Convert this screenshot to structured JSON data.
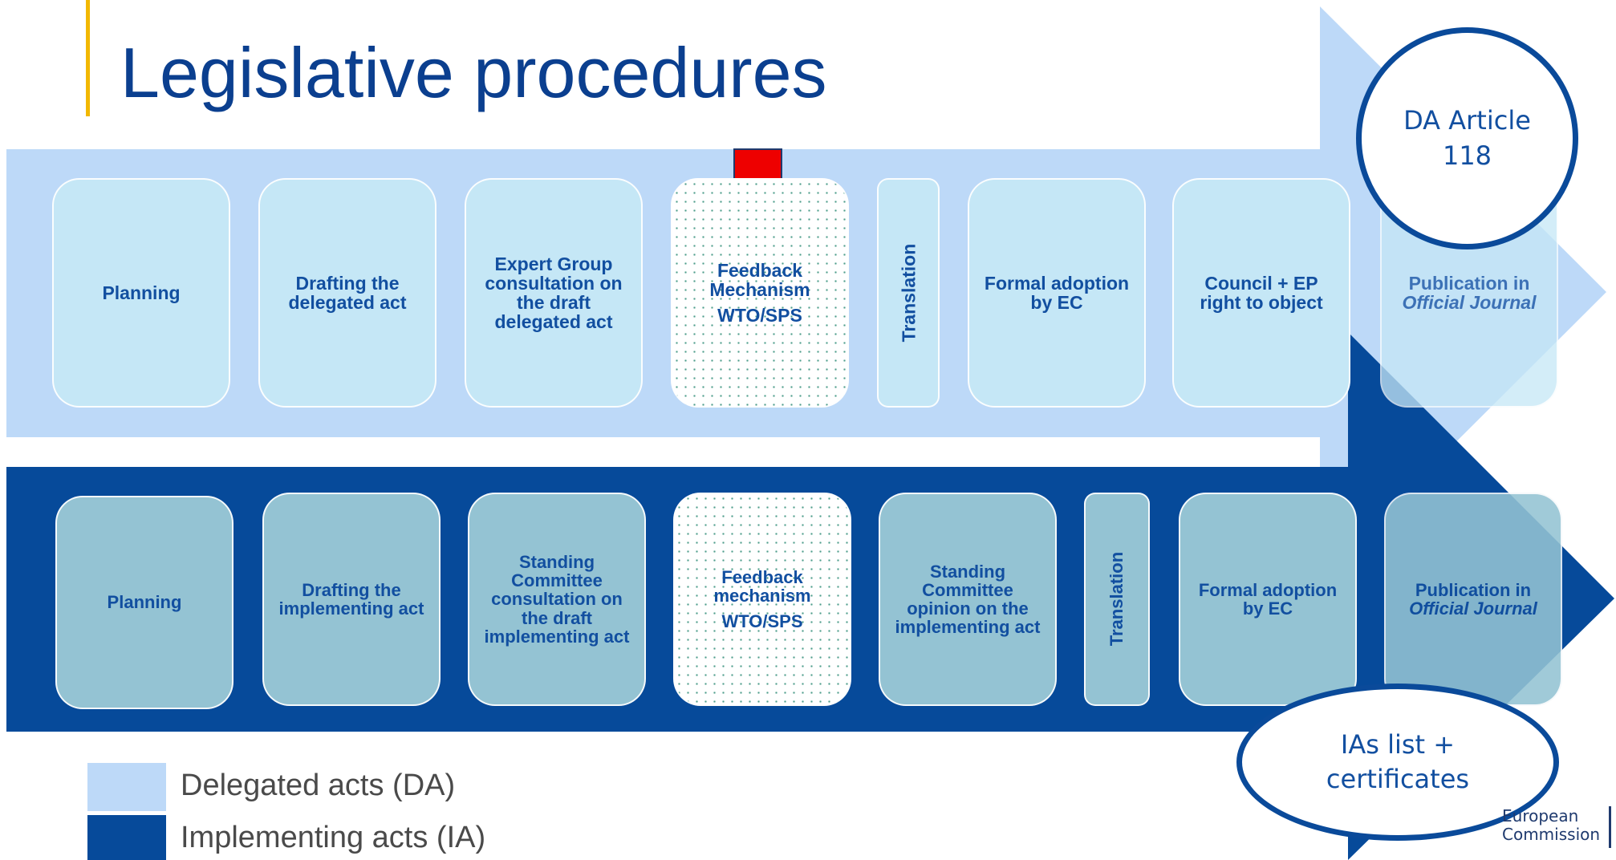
{
  "title": "Legislative procedures",
  "colors": {
    "da_arrow": "#bdd9f8",
    "ia_arrow": "#064a9a",
    "da_box": "#c5e7f6",
    "ia_box": "#94c3d3",
    "text_blue": "#124fa0",
    "red_arrow": "#ee0000",
    "title_accent": "#f2b800"
  },
  "da_steps": [
    {
      "label": "Planning"
    },
    {
      "label": "Drafting the delegated act"
    },
    {
      "label": "Expert Group consultation on the draft delegated act"
    },
    {
      "label": "Feedback Mechanism",
      "sub": "WTO/SPS"
    },
    {
      "label": "Translation"
    },
    {
      "label": "Formal adoption by EC"
    },
    {
      "label": "Council + EP right to object"
    },
    {
      "label": "Publication in",
      "italic": "Official Journal"
    }
  ],
  "ia_steps": [
    {
      "label": "Planning"
    },
    {
      "label": "Drafting the implementing act"
    },
    {
      "label": "Standing Committee consultation on the draft implementing act"
    },
    {
      "label": "Feedback mechanism",
      "sub": "WTO/SPS"
    },
    {
      "label": "Standing Committee opinion on the implementing act"
    },
    {
      "label": "Translation"
    },
    {
      "label": "Formal adoption by EC"
    },
    {
      "label": "Publication in",
      "italic": "Official Journal"
    }
  ],
  "callouts": {
    "da": "DA Article 118",
    "ia": "IAs list + certificates"
  },
  "legend": [
    {
      "label": "Delegated acts (DA)",
      "color": "#bdd9f8"
    },
    {
      "label": "Implementing acts (IA)",
      "color": "#064a9a"
    }
  ],
  "logo": {
    "line1": "European",
    "line2": "Commission"
  }
}
